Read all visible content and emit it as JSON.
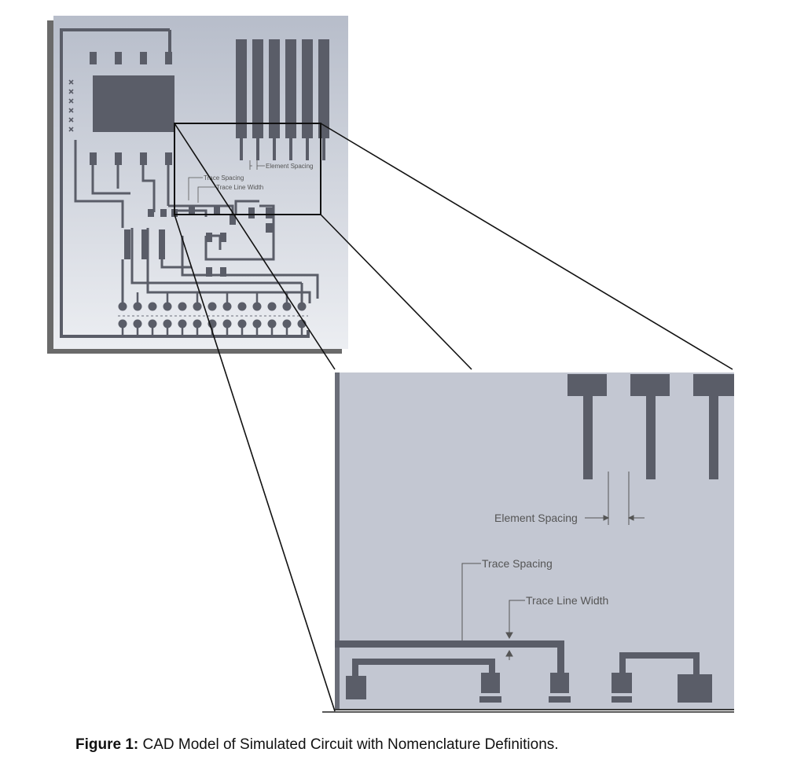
{
  "figure": {
    "caption_label": "Figure 1:",
    "caption_text": "CAD Model of Simulated Circuit with Nomenclature Definitions."
  },
  "overview": {
    "labels": {
      "element_spacing": "Element Spacing",
      "trace_spacing": "Trace Spacing",
      "trace_line_width": "Trace Line Width"
    }
  },
  "zoom": {
    "labels": {
      "element_spacing": "Element Spacing",
      "trace_spacing": "Trace Spacing",
      "trace_line_width": "Trace Line Width"
    }
  },
  "colors": {
    "board_top": "#b9bfcc",
    "board_bottom": "#e9ebf0",
    "trace": "#5a5d68",
    "shadow": "#6b6b6b",
    "zoom_bg": "#c3c7d2",
    "label": "#555555"
  }
}
